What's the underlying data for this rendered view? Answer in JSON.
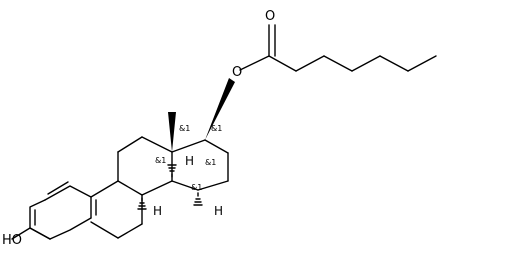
{
  "molecule": {
    "atoms": {
      "carbonyl_oxygen": "O",
      "ester_oxygen": "O",
      "hydroxyl": "HO"
    },
    "stereo_labels": {
      "c13": "&1",
      "c17": "&1",
      "c9": "&1",
      "c14": "&1",
      "c8": "&1"
    },
    "hydrogens": {
      "c9": "H",
      "c14": "H",
      "c8": "H"
    }
  }
}
